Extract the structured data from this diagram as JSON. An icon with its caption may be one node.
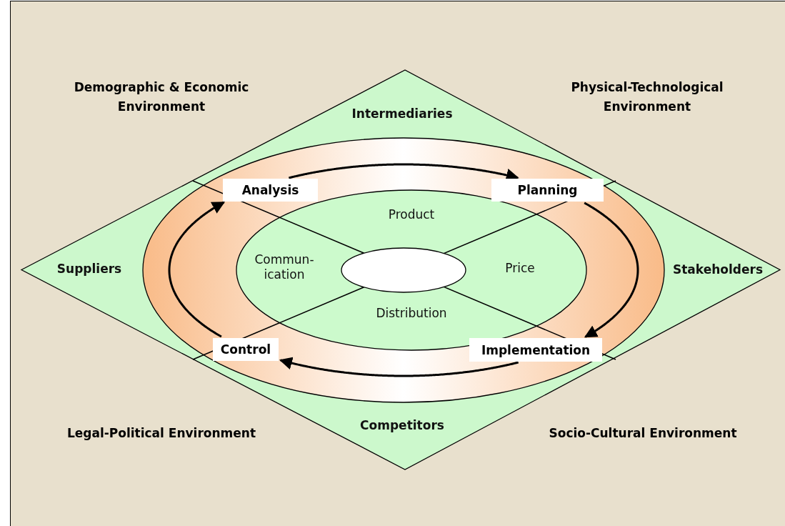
{
  "diagram": {
    "nodes": [
      {
        "text": [
          "Intermediaries",
          "Suppliers",
          "Stakeholders",
          "Competitors"
        ]
      },
      {
        "text": [
          "Product",
          "Commun- ication",
          "Price",
          "Distribution"
        ],
        "in": 0
      },
      {
        "text": [],
        "shape": "ellipse",
        "in": 1
      },
      {
        "text": [
          "Analysis"
        ],
        "in": 0
      },
      {
        "text": [
          "Planning"
        ],
        "in": 0
      },
      {
        "text": [
          "Implementation"
        ],
        "in": 0
      },
      {
        "text": [
          "Control"
        ],
        "in": 0
      }
    ],
    "edges": [
      {
        "from": 3,
        "to": 4,
        "arrow": "to"
      },
      {
        "from": 4,
        "to": 5,
        "arrow": "to"
      },
      {
        "from": 5,
        "to": 6,
        "arrow": "to"
      },
      {
        "from": 6,
        "to": 3,
        "arrow": "to"
      }
    ],
    "labels": [
      "Demographic & Economic Environment",
      "Physical-Technological Environment",
      "Legal-Political Environment",
      "Socio-Cultural Environment"
    ]
  }
}
